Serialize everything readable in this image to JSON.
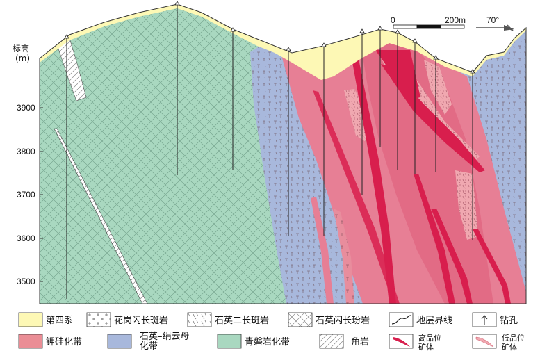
{
  "axis": {
    "title_line1": "标高",
    "title_line2": "(m)",
    "ticks": [
      "3900",
      "3800",
      "3700",
      "3600",
      "3500"
    ]
  },
  "scale_bar": {
    "zero": "0",
    "max": "200m"
  },
  "orientation": {
    "label": "70°"
  },
  "legend": [
    {
      "id": "quaternary",
      "label": "第四系",
      "color": "#fdf8b5"
    },
    {
      "id": "granite-porphyry",
      "label": "花岗闪长斑岩",
      "color": "#ffffff"
    },
    {
      "id": "quartz-monzonite",
      "label": "石英二长斑岩",
      "color": "#ffffff"
    },
    {
      "id": "quartz-diorite",
      "label": "石英闪长玢岩",
      "color": "#ffffff"
    },
    {
      "id": "boundary",
      "label": "地层界线"
    },
    {
      "id": "drillhole",
      "label": "钻孔"
    },
    {
      "id": "k-silicate",
      "label": "钾硅化带",
      "color": "#ea8d95"
    },
    {
      "id": "qs-line1",
      "label": "石英–绢云母",
      "color": "#a8b8dc"
    },
    {
      "id": "qs-line2",
      "label": "化带"
    },
    {
      "id": "propylitic",
      "label": "青磐岩化带",
      "color": "#a9d8c0"
    },
    {
      "id": "hornfels",
      "label": "角岩",
      "color": "#ffffff"
    },
    {
      "id": "high-grade-1",
      "label": "高品位",
      "color": "#d81e4d"
    },
    {
      "id": "high-grade-2",
      "label": "矿体"
    },
    {
      "id": "low-grade-1",
      "label": "低品位",
      "color": "#f0a8b0"
    },
    {
      "id": "low-grade-2",
      "label": "矿体"
    }
  ],
  "colors": {
    "quaternary": "#fdf8b5",
    "k_silicate": "#e77f95",
    "qs_sericite": "#a8b8dc",
    "propylitic": "#a9d8c0",
    "high_grade": "#d81e4d",
    "low_grade": "#f0a8b0"
  }
}
